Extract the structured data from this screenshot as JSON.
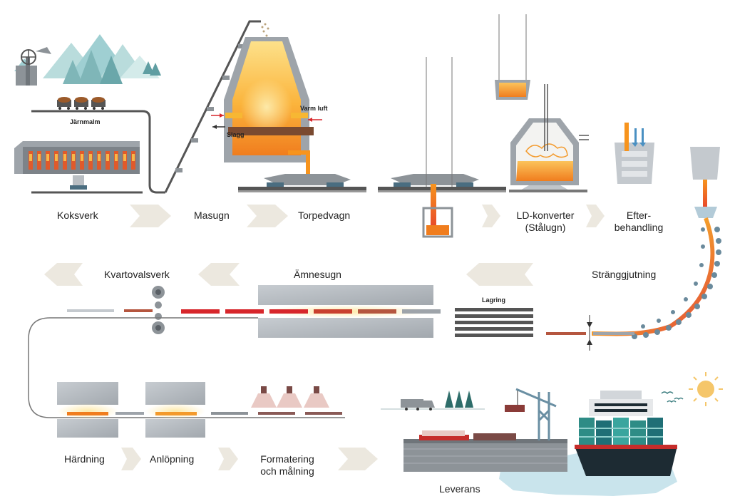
{
  "labels": {
    "koksverk": "Koksverk",
    "masugn": "Masugn",
    "torpedvagn": "Torpedvagn",
    "ld_line1": "LD-konverter",
    "ld_line2": "(Stålugn)",
    "efter_line1": "Efter-",
    "efter_line2": "behandling",
    "strangjutning": "Stränggjutning",
    "amnesugn": "Ämnesugn",
    "kvartovalsverk": "Kvartovalsverk",
    "lagring": "Lagring",
    "hardning": "Härdning",
    "anlopning": "Anlöpning",
    "formatering_line1": "Formatering",
    "formatering_line2": "och målning",
    "leverans": "Leverans",
    "jarnmalm": "Järnmalm",
    "varm_luft": "Varm luft",
    "slagg": "Slagg"
  },
  "colors": {
    "arrow": "#ece8df",
    "rail": "#555555",
    "steel_hot": "#f7941d",
    "steel_red": "#d7262b",
    "slab_brown": "#b5563f",
    "metal_grey": "#8f949a",
    "mountain_teal": "#7fb6b8",
    "water": "#c9e4ec"
  }
}
